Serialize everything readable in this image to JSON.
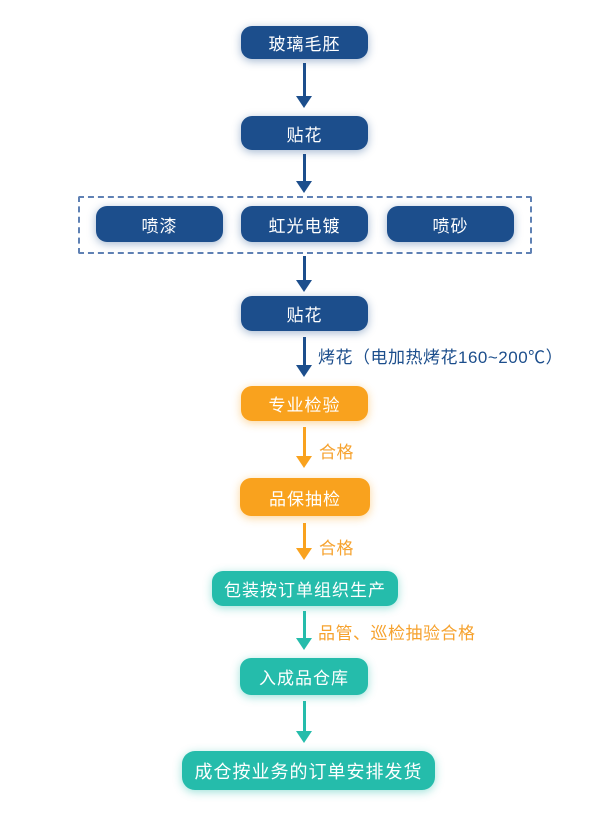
{
  "flowchart": {
    "title": "glass-product-production-process",
    "nodes": {
      "glass_blank": "玻璃毛胚",
      "decal_1": "贴花",
      "spray_paint": "喷漆",
      "iridescent_plating": "虹光电镀",
      "sandblast": "喷砂",
      "decal_2": "贴花",
      "professional_inspection": "专业检验",
      "qa_sampling": "品保抽检",
      "packaging_production": "包装按订单组织生产",
      "finished_warehouse": "入成品仓库",
      "ship_by_order": "成仓按业务的订单安排发货"
    },
    "edge_labels": {
      "baking": "烤花（电加热烤花160~200℃）",
      "qualified_1": "合格",
      "qualified_2": "合格",
      "qc_pass": "品管、巡检抽验合格"
    },
    "edges": [
      {
        "from": "glass_blank",
        "to": "decal_1"
      },
      {
        "from": "decal_1",
        "to": "surface_treatment_group"
      },
      {
        "from": "surface_treatment_group",
        "to": "decal_2"
      },
      {
        "from": "decal_2",
        "to": "professional_inspection",
        "label": "baking"
      },
      {
        "from": "professional_inspection",
        "to": "qa_sampling",
        "label": "qualified_1"
      },
      {
        "from": "qa_sampling",
        "to": "packaging_production",
        "label": "qualified_2"
      },
      {
        "from": "packaging_production",
        "to": "finished_warehouse",
        "label": "qc_pass"
      },
      {
        "from": "finished_warehouse",
        "to": "ship_by_order"
      }
    ],
    "colors": {
      "node_blue": "#1c4e8c",
      "node_orange": "#f9a21e",
      "node_teal": "#25bcab",
      "dashed_border": "#5f81b4",
      "label_blue": "#1c4e8c",
      "label_orange": "#f6a22e",
      "node_text": "#ffffff",
      "background": "#ffffff"
    }
  }
}
